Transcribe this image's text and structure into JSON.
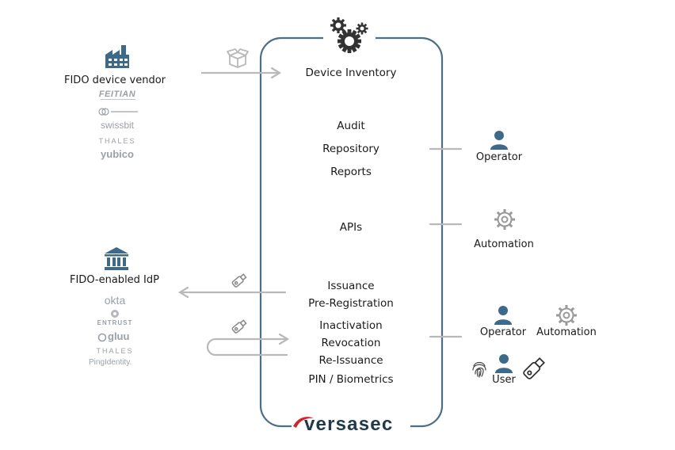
{
  "vendor": {
    "title": "FIDO device vendor",
    "logos": [
      "FEITIAN",
      "swissbit",
      "THALES",
      "yubico"
    ]
  },
  "idp": {
    "title": "FIDO-enabled IdP",
    "logos": [
      "okta",
      "ENTRUST",
      "gluu",
      "THALES",
      "PingIdentity."
    ]
  },
  "center": {
    "inventory": "Device Inventory",
    "audit": "Audit",
    "repository": "Repository",
    "reports": "Reports",
    "apis": "APIs",
    "issuance": "Issuance",
    "preregistration": "Pre-Registration",
    "inactivation": "Inactivation",
    "revocation": "Revocation",
    "reissuance": "Re-Issuance",
    "pin": "PIN / Biometrics"
  },
  "right": {
    "operator1": "Operator",
    "automation1": "Automation",
    "operator2": "Operator",
    "automation2": "Automation",
    "user": "User"
  },
  "brand": {
    "name": "versasec"
  },
  "colors": {
    "frame": "#4a6f86",
    "icon_blue": "#3d6a8a",
    "arrow_gray": "#b9b9b9",
    "logo_gray": "#9aa0a6",
    "brand_red": "#d2232a"
  }
}
